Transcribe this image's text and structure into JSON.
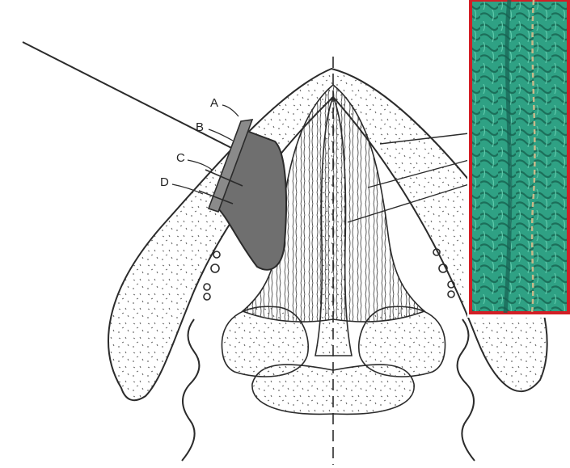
{
  "figure": {
    "labels": {
      "a": "A",
      "b": "B",
      "c": "C",
      "d": "D"
    },
    "colors": {
      "ink": "#2b2b2b",
      "device_fill": "#6f6f6f",
      "photo_border": "#d21f26",
      "fabric": "#2fa184"
    }
  }
}
